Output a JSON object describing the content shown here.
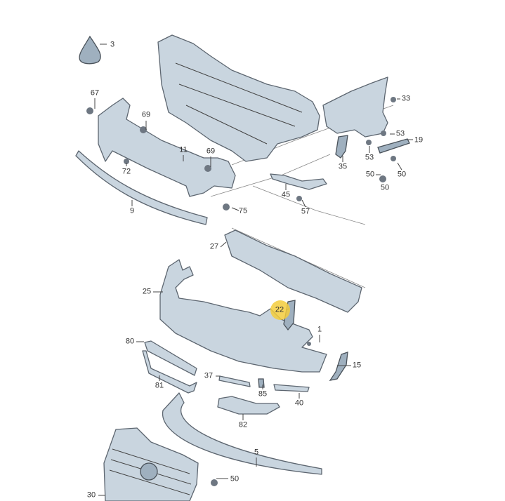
{
  "diagram": {
    "title_hidden": null,
    "highlight_color": "#f3cc3c",
    "part_color": "#c9d5df",
    "callouts": [
      "3",
      "67",
      "69",
      "11",
      "69",
      "72",
      "9",
      "75",
      "33",
      "53",
      "19",
      "53",
      "35",
      "50",
      "50",
      "50",
      "45",
      "57",
      "27",
      "25",
      "22",
      "1",
      "80",
      "15",
      "37",
      "81",
      "85",
      "40",
      "82",
      "5",
      "50",
      "30"
    ],
    "highlighted_callout": "22"
  }
}
